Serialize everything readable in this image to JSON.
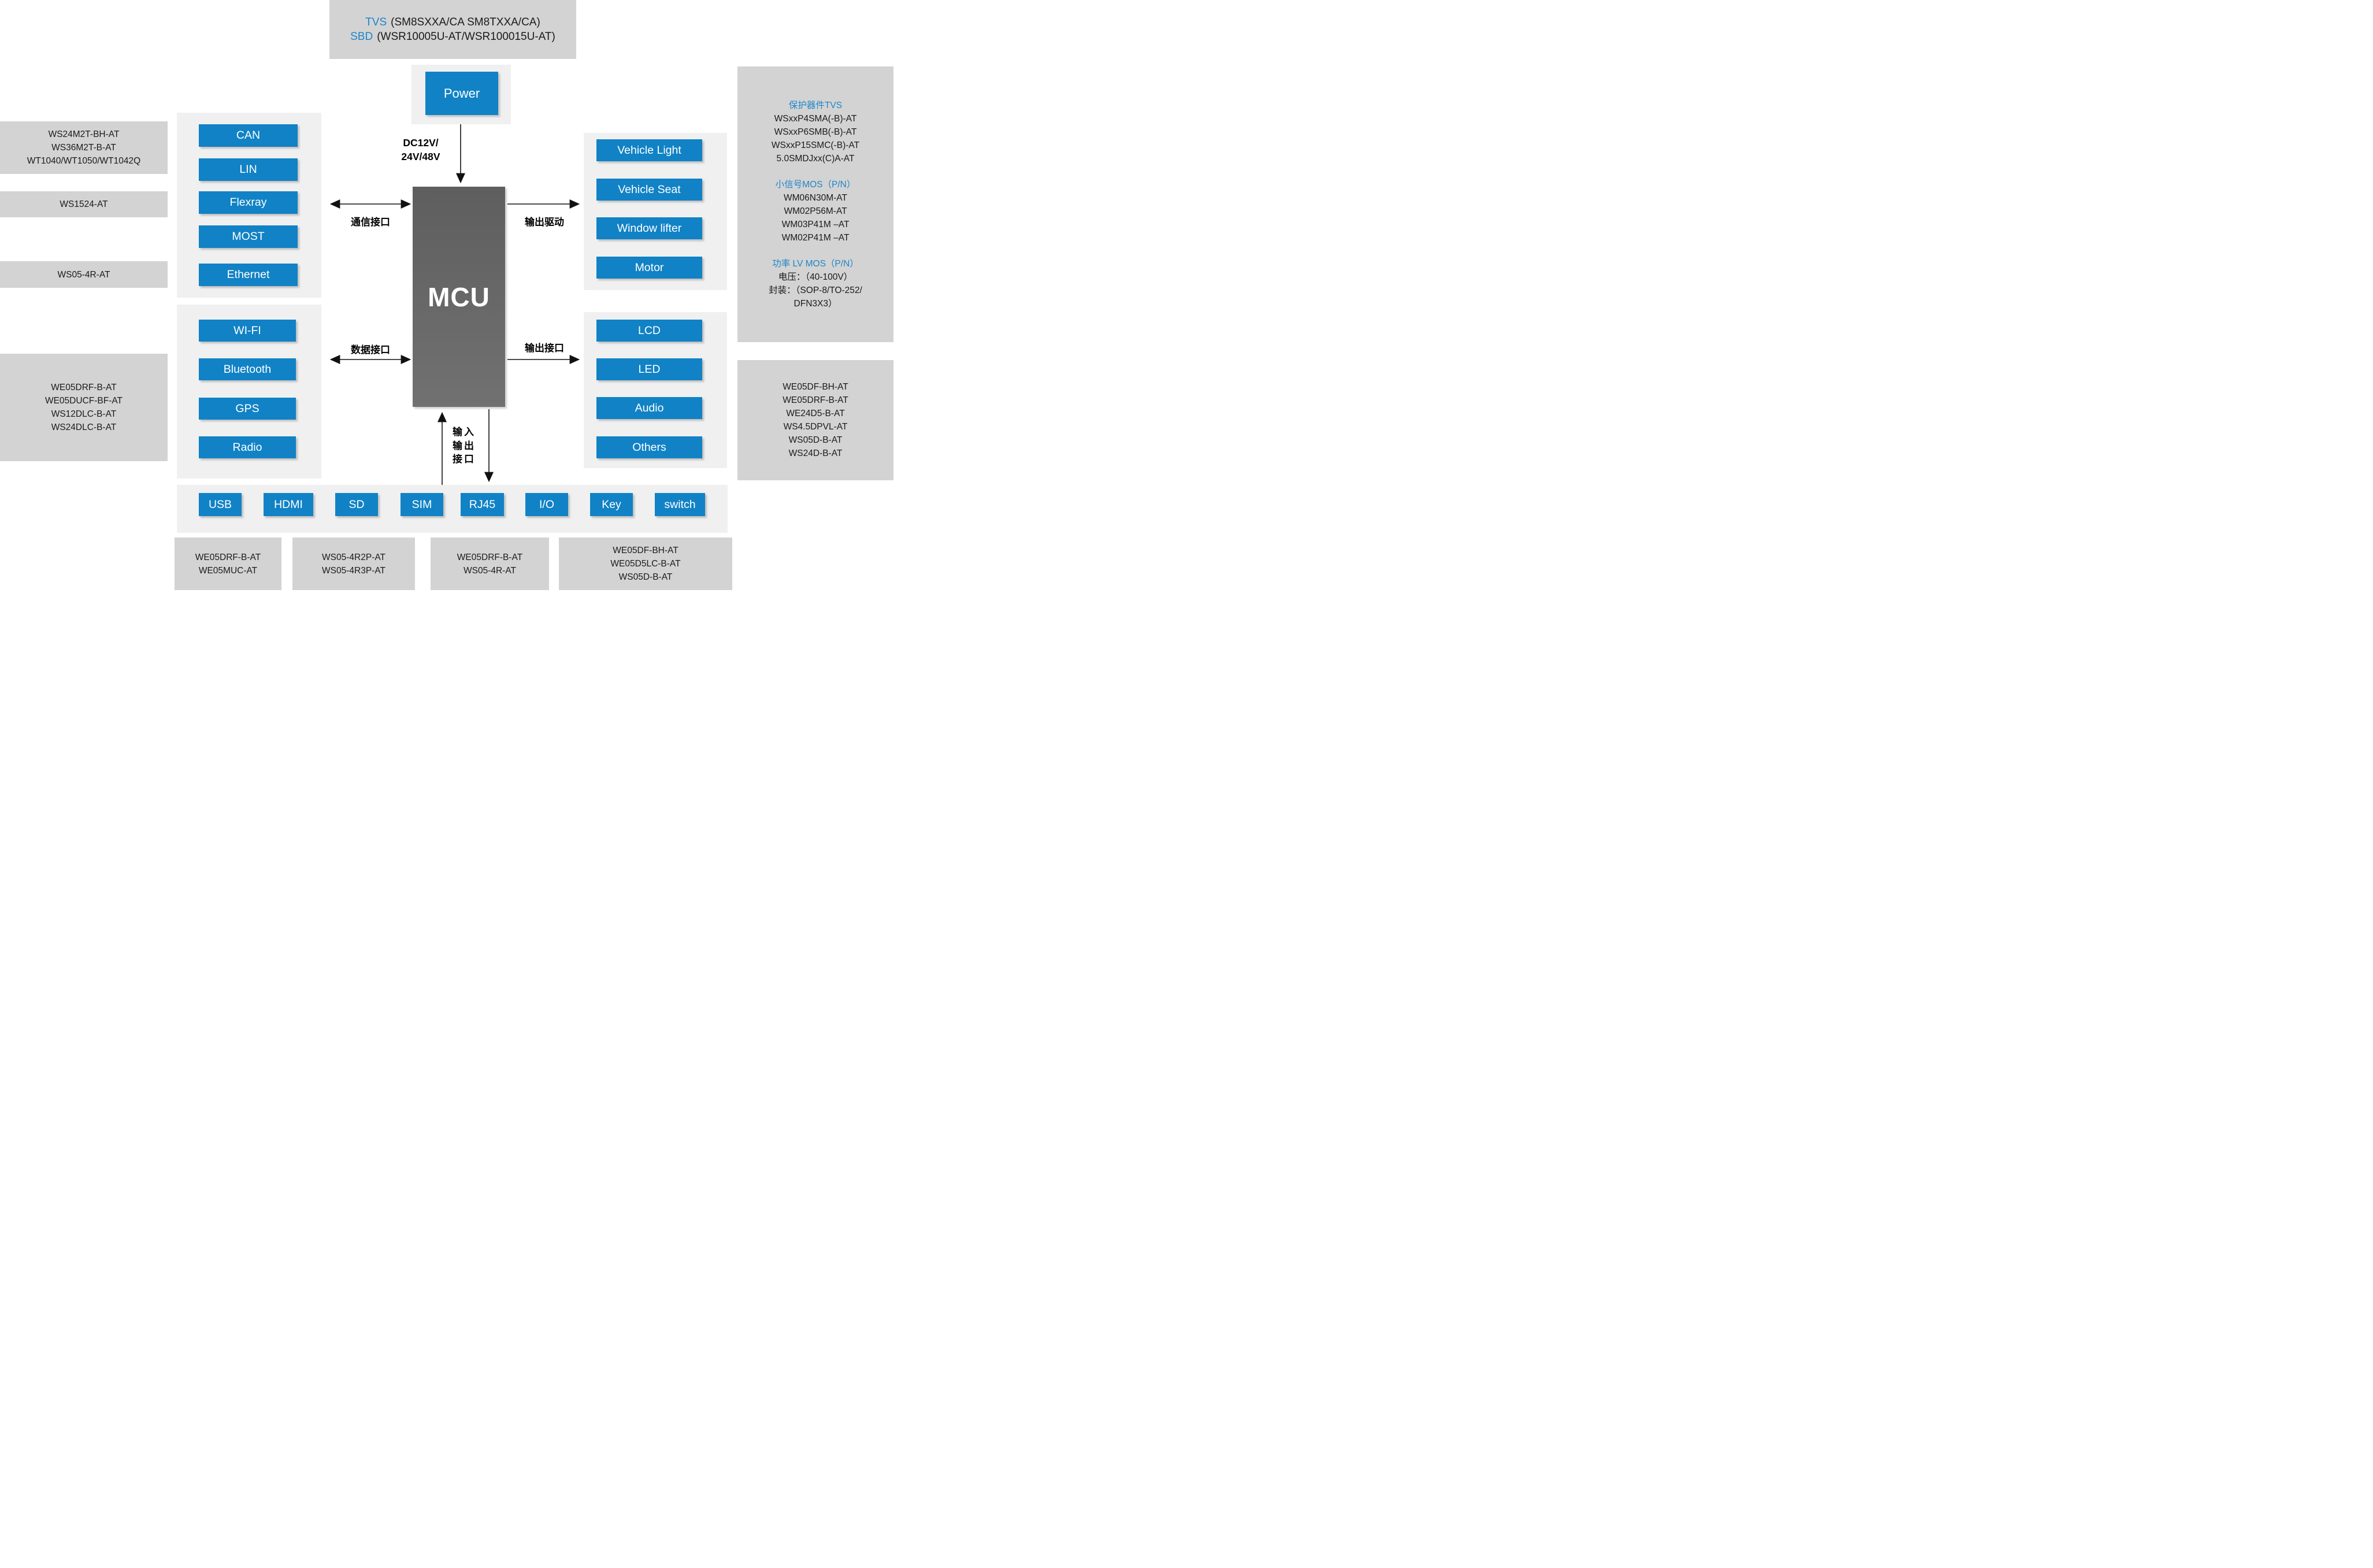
{
  "colors": {
    "accent_blue": "#1182C5",
    "heading_blue": "#1E85C8",
    "panel_light_gray": "#F0F0F1",
    "box_gray": "#D3D3D3",
    "mcu_gray": "#666666",
    "arrow_black": "#111111"
  },
  "top_note": {
    "tvs_label": "TVS",
    "tvs_value": "(SM8SXXA/CA SM8TXXA/CA)",
    "sbd_label": "SBD",
    "sbd_value": "(WSR10005U-AT/WSR100015U-AT)"
  },
  "power": {
    "label": "Power",
    "voltage_line1": "DC12V/",
    "voltage_line2": "24V/48V"
  },
  "mcu_label": "MCU",
  "arrows": {
    "comm": "通信接口",
    "data": "数据接口",
    "drive": "输出驱动",
    "output": "输出接口",
    "io_line1": "输入",
    "io_line2": "输出",
    "io_line3": "接口"
  },
  "comm_buttons": [
    "CAN",
    "LIN",
    "Flexray",
    "MOST",
    "Ethernet"
  ],
  "data_buttons": [
    "WI-FI",
    "Bluetooth",
    "GPS",
    "Radio"
  ],
  "drive_buttons": [
    "Vehicle Light",
    "Vehicle Seat",
    "Window lifter",
    "Motor"
  ],
  "output_buttons": [
    "LCD",
    "LED",
    "Audio",
    "Others"
  ],
  "io_buttons": [
    "USB",
    "HDMI",
    "SD",
    "SIM",
    "RJ45",
    "I/O",
    "Key",
    "switch"
  ],
  "parts": {
    "comm_box": [
      "WS24M2T-BH-AT",
      "WS36M2T-B-AT",
      "WT1040/WT1050/WT1042Q"
    ],
    "ws1524": "WS1524-AT",
    "ws05_4r": "WS05-4R-AT",
    "data_box": [
      "WE05DRF-B-AT",
      "WE05DUCF-BF-AT",
      "WS12DLC-B-AT",
      "WS24DLC-B-AT"
    ],
    "right_info": {
      "heading_tvs": "保护器件TVS",
      "tvs": [
        "WSxxP4SMA(-B)-AT",
        "WSxxP6SMB(-B)-AT",
        "WSxxP15SMC(-B)-AT",
        "5.0SMDJxx(C)A-AT"
      ],
      "heading_small_mos": "小信号MOS（P/N）",
      "small_mos": [
        "WM06N30M-AT",
        "WM02P56M-AT",
        "WM03P41M –AT",
        "WM02P41M –AT"
      ],
      "heading_lv_mos": "功率 LV MOS（P/N）",
      "lv_mos": [
        "电压：（40-100V）",
        "封装：（SOP-8/TO-252/",
        "DFN3X3）"
      ]
    },
    "output_box": [
      "WE05DF-BH-AT",
      "WE05DRF-B-AT",
      "WE24D5-B-AT",
      "WS4.5DPVL-AT",
      "WS05D-B-AT",
      "WS24D-B-AT"
    ],
    "io_box_1": [
      "WE05DRF-B-AT",
      "WE05MUC-AT"
    ],
    "io_box_2": [
      "WS05-4R2P-AT",
      "WS05-4R3P-AT"
    ],
    "io_box_3": [
      "WE05DRF-B-AT",
      "WS05-4R-AT"
    ],
    "io_box_4": [
      "WE05DF-BH-AT",
      "WE05D5LC-B-AT",
      "WS05D-B-AT"
    ]
  }
}
